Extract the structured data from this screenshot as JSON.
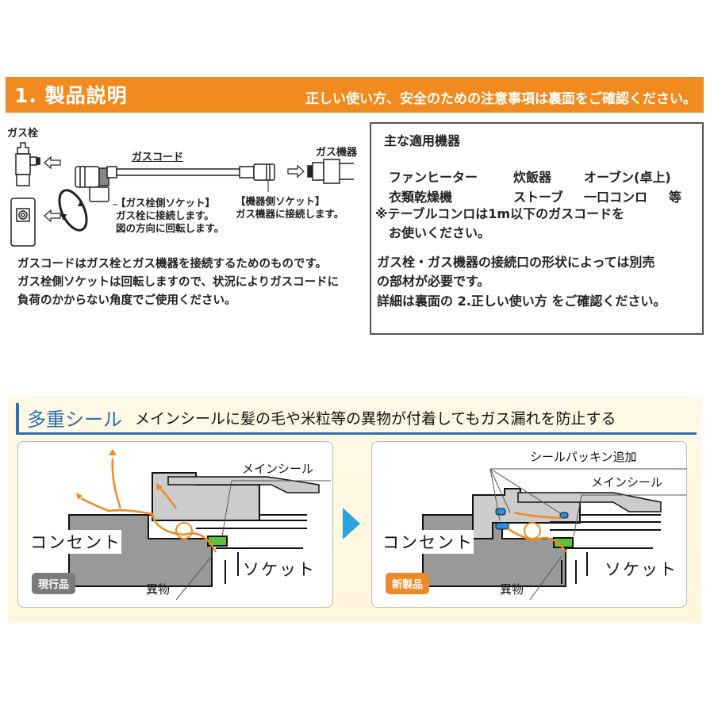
{
  "header": {
    "title": "1. 製品説明",
    "note": "正しい使い方、安全のための注意事項は裏面をご確認ください。"
  },
  "diagram": {
    "gas_valve_label": "ガス栓",
    "gas_cord_label": "ガスコード",
    "gas_appliance_label": "ガス機器",
    "valve_socket": {
      "title": "【ガス栓側ソケット】",
      "line1": "ガス栓に接続します。",
      "line2": "図の方向に回転します。"
    },
    "appliance_socket": {
      "title": "【機器側ソケット】",
      "line1": "ガス機器に接続します。"
    }
  },
  "description": {
    "line1": "ガスコードはガス栓とガス機器を接続するためのものです。",
    "line2": "ガス栓側ソケットは回転しますので、状況によりガスコードに",
    "line3": "負荷のかからない角度でご使用ください。"
  },
  "applicable_devices": {
    "title": "主な適用機器",
    "row1": [
      "ファンヒーター",
      "炊飯器",
      "オーブン(卓上)"
    ],
    "row2": [
      "衣類乾燥機",
      "ストーブ",
      "一口コンロ",
      "等"
    ],
    "note_line1": "※テーブルコンロは1m以下のガスコードを",
    "note_line2": "お使いください。",
    "info_line1": "ガス栓・ガス機器の接続口の形状によっては別売",
    "info_line2": "の部材が必要です。",
    "info_line3": "詳細は裏面の 2.正しい使い方 をご確認ください。"
  },
  "seal_section": {
    "title": "多重シール",
    "subtitle": "メインシールに髪の毛や米粒等の異物が付着してもガス漏れを防止する",
    "colors": {
      "accent_blue": "#2d6fb2",
      "arrow_blue": "#2aa3dc",
      "orange": "#f18a1f",
      "seal_green": "#5cc43a",
      "packing_blue": "#2d8fe0"
    },
    "current": {
      "badge": "現行品",
      "main_seal": "メインシール",
      "outlet": "コンセント",
      "socket": "ソケット",
      "foreign": "異物"
    },
    "new": {
      "badge": "新製品",
      "packing_added": "シールパッキン追加",
      "main_seal": "メインシール",
      "outlet": "コンセント",
      "socket": "ソケット",
      "foreign": "異物"
    }
  }
}
